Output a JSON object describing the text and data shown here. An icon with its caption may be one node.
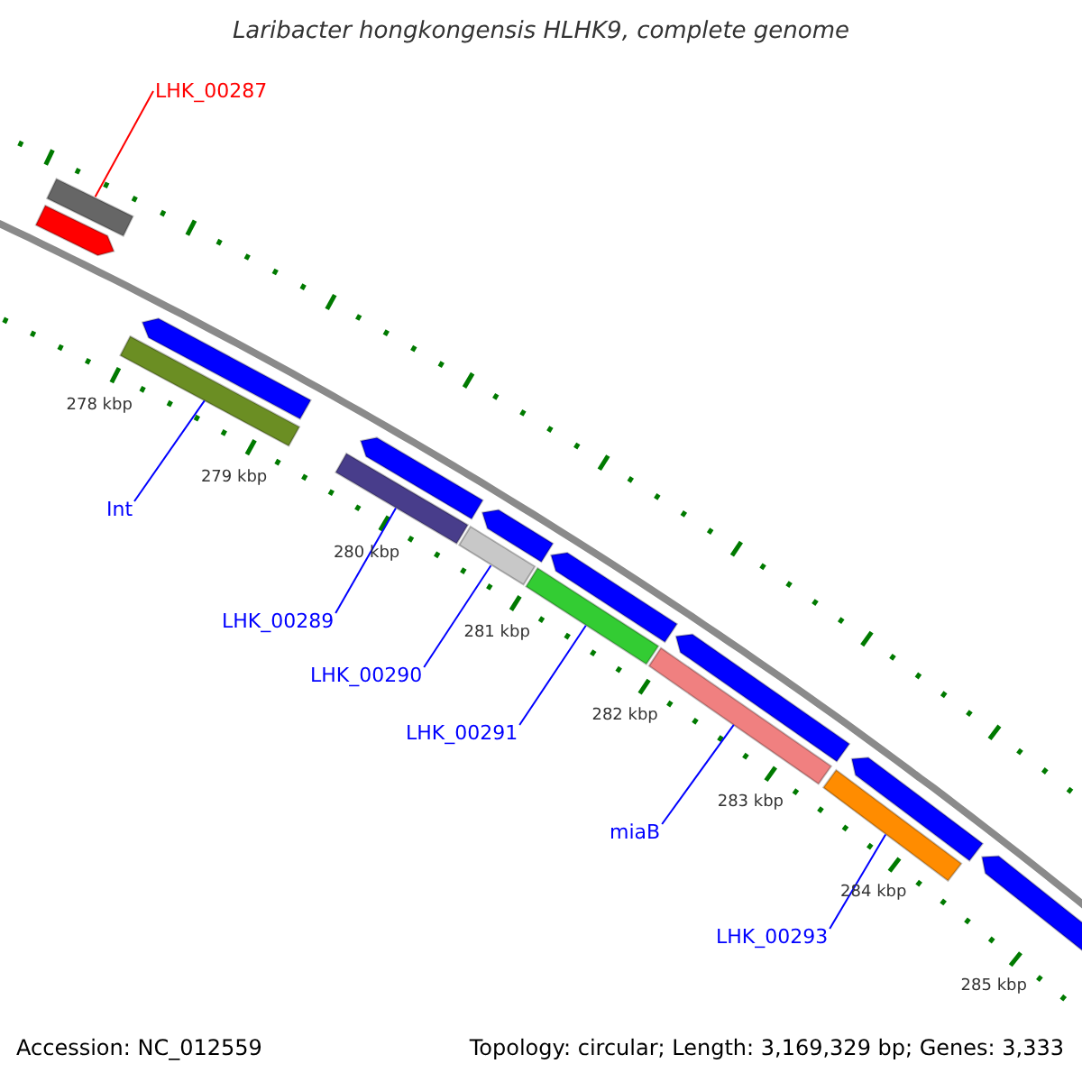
{
  "diagram": {
    "title": "Laribacter hongkongensis HLHK9, complete genome",
    "nodes": [
      {
        "text": [
          "LHK_00287"
        ]
      },
      {
        "text": [],
        "shape": "bar"
      },
      {
        "text": [
          "Int"
        ]
      },
      {
        "text": [],
        "shape": "bar"
      },
      {
        "text": [
          "LHK_00289"
        ]
      },
      {
        "text": [],
        "shape": "bar"
      },
      {
        "text": [
          "LHK_00290"
        ]
      },
      {
        "text": [],
        "shape": "bar"
      },
      {
        "text": [
          "LHK_00291"
        ]
      },
      {
        "text": [],
        "shape": "bar"
      },
      {
        "text": [
          "miaB"
        ]
      },
      {
        "text": [],
        "shape": "bar"
      },
      {
        "text": [
          "LHK_00293"
        ]
      },
      {
        "text": [],
        "shape": "bar"
      },
      {
        "text": [],
        "shape": "arrow"
      },
      {
        "text": [],
        "shape": "arrow"
      },
      {
        "text": [],
        "shape": "arrow"
      },
      {
        "text": [],
        "shape": "arrow"
      },
      {
        "text": [],
        "shape": "arrow"
      },
      {
        "text": [],
        "shape": "arrow"
      },
      {
        "text": [],
        "shape": "arrow"
      },
      {
        "text": [],
        "shape": "arrow"
      }
    ],
    "edges": [
      {
        "from": 0,
        "to": 1,
        "arrow": "none",
        "color": "#ff0000"
      },
      {
        "from": 2,
        "to": 3,
        "arrow": "none"
      },
      {
        "from": 4,
        "to": 5,
        "arrow": "none"
      },
      {
        "from": 6,
        "to": 7,
        "arrow": "none"
      },
      {
        "from": 8,
        "to": 9,
        "arrow": "none"
      },
      {
        "from": 10,
        "to": 11,
        "arrow": "none"
      },
      {
        "from": 12,
        "to": 13,
        "arrow": "none"
      }
    ],
    "labels": [
      "278 kbp",
      "279 kbp",
      "280 kbp",
      "281 kbp",
      "282 kbp",
      "283 kbp",
      "284 kbp",
      "285 kbp",
      "Accession: NC_012559",
      "Topology: circular; Length: 3,169,329 bp; Genes: 3,333"
    ]
  }
}
